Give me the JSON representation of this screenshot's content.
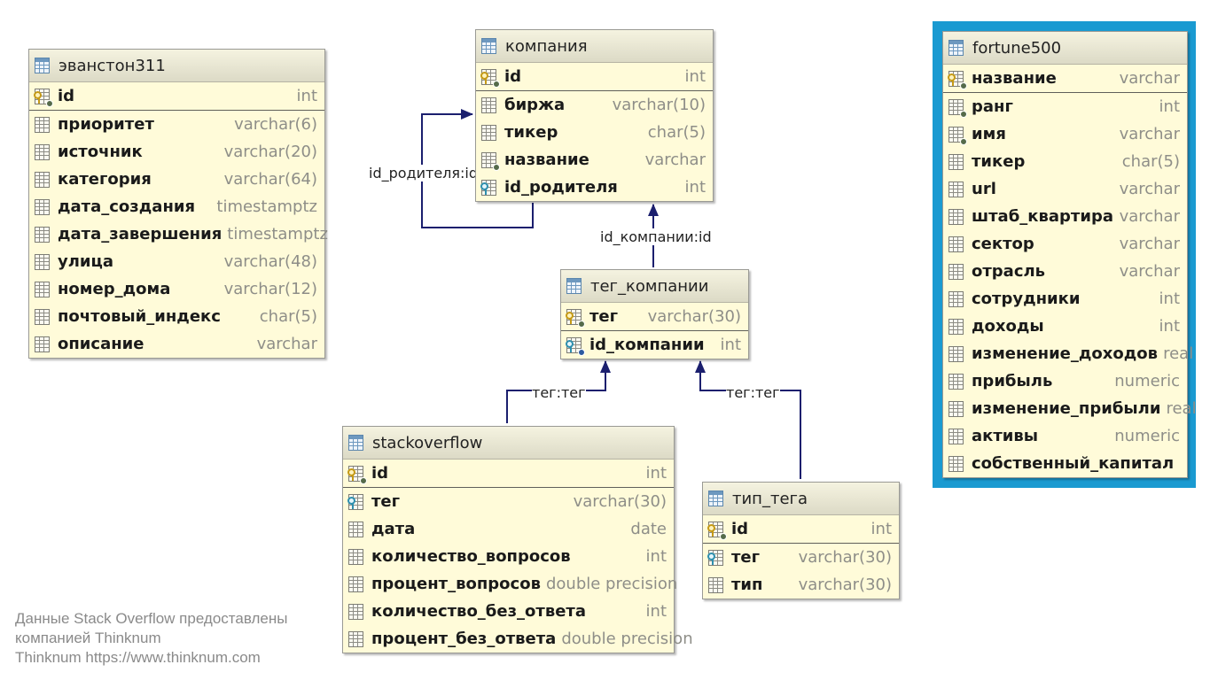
{
  "tables": {
    "evanston": {
      "name": "эванстон311",
      "columns": [
        {
          "name": "id",
          "type": "int"
        },
        {
          "name": "приоритет",
          "type": "varchar(6)"
        },
        {
          "name": "источник",
          "type": "varchar(20)"
        },
        {
          "name": "категория",
          "type": "varchar(64)"
        },
        {
          "name": "дата_создания",
          "type": "timestamptz"
        },
        {
          "name": "дата_завершения",
          "type": "timestamptz"
        },
        {
          "name": "улица",
          "type": "varchar(48)"
        },
        {
          "name": "номер_дома",
          "type": "varchar(12)"
        },
        {
          "name": "почтовый_индекс",
          "type": "char(5)"
        },
        {
          "name": "описание",
          "type": "varchar"
        }
      ]
    },
    "company": {
      "name": "компания",
      "columns": [
        {
          "name": "id",
          "type": "int"
        },
        {
          "name": "биржа",
          "type": "varchar(10)"
        },
        {
          "name": "тикер",
          "type": "char(5)"
        },
        {
          "name": "название",
          "type": "varchar"
        },
        {
          "name": "id_родителя",
          "type": "int"
        }
      ]
    },
    "tag_company": {
      "name": "тег_компании",
      "columns": [
        {
          "name": "тег",
          "type": "varchar(30)"
        },
        {
          "name": "id_компании",
          "type": "int"
        }
      ]
    },
    "stackoverflow": {
      "name": "stackoverflow",
      "columns": [
        {
          "name": "id",
          "type": "int"
        },
        {
          "name": "тег",
          "type": "varchar(30)"
        },
        {
          "name": "дата",
          "type": "date"
        },
        {
          "name": "количество_вопросов",
          "type": "int"
        },
        {
          "name": "процент_вопросов",
          "type": "double precision"
        },
        {
          "name": "количество_без_ответа",
          "type": "int"
        },
        {
          "name": "процент_без_ответа",
          "type": "double precision"
        }
      ]
    },
    "tag_type": {
      "name": "тип_тега",
      "columns": [
        {
          "name": "id",
          "type": "int"
        },
        {
          "name": "тег",
          "type": "varchar(30)"
        },
        {
          "name": "тип",
          "type": "varchar(30)"
        }
      ]
    },
    "fortune500": {
      "name": "fortune500",
      "columns": [
        {
          "name": "название",
          "type": "varchar"
        },
        {
          "name": "ранг",
          "type": "int"
        },
        {
          "name": "имя",
          "type": "varchar"
        },
        {
          "name": "тикер",
          "type": "char(5)"
        },
        {
          "name": "url",
          "type": "varchar"
        },
        {
          "name": "штаб_квартира",
          "type": "varchar"
        },
        {
          "name": "сектор",
          "type": "varchar"
        },
        {
          "name": "отрасль",
          "type": "varchar"
        },
        {
          "name": "сотрудники",
          "type": "int"
        },
        {
          "name": "доходы",
          "type": "int"
        },
        {
          "name": "изменение_доходов",
          "type": "real"
        },
        {
          "name": "прибыль",
          "type": "numeric"
        },
        {
          "name": "изменение_прибыли",
          "type": "real"
        },
        {
          "name": "активы",
          "type": "numeric"
        },
        {
          "name": "собственный_капитал",
          "type": ""
        }
      ]
    }
  },
  "relations": {
    "parent": "id_родителя:id",
    "company_id": "id_компании:id",
    "tag_left": "тег:тег",
    "tag_right": "тег:тег"
  },
  "footer": {
    "line1": "Данные Stack Overflow предоставлены",
    "line2": "компанией Thinknum",
    "line3": "Thinknum https://www.thinknum.com"
  },
  "colors": {
    "highlight_frame": "#1a9ad1",
    "relation_line": "#1b1f6e",
    "table_body": "#fffbd9"
  }
}
